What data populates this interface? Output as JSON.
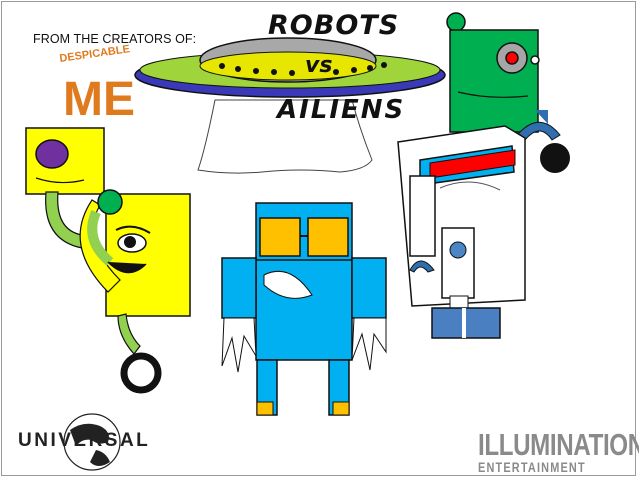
{
  "creators_text": "FROM THE CREATORS OF:",
  "logo_despicable": "DESPICABLE",
  "logo_me": "ME",
  "title": {
    "line1": "ROBOTS",
    "line2": "vs",
    "line3": "AILIENS"
  },
  "studio_left": "UNIVERSAL",
  "studio_right": {
    "line1": "ILLUMINATION",
    "line2": "ENTERTAINMENT"
  },
  "colors": {
    "yellow": "#ffff00",
    "green": "#00b050",
    "blue": "#00b0f0",
    "orange": "#ffc000",
    "saucer_blue": "#3333aa",
    "red": "#ff0000",
    "logo_orange": "#e07a1f"
  }
}
